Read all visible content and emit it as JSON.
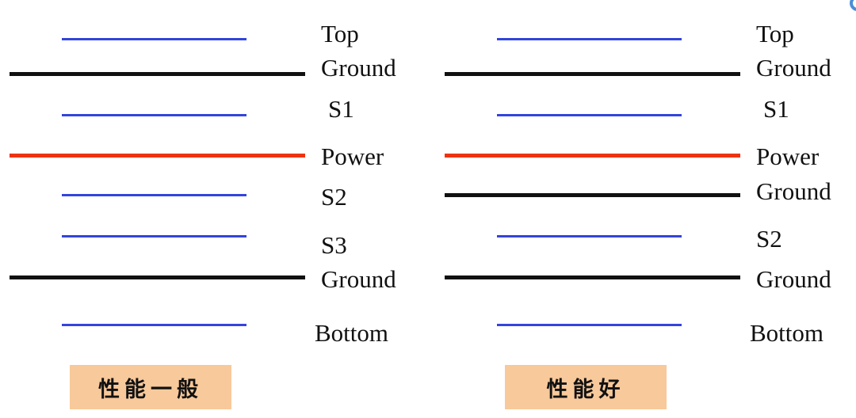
{
  "colors": {
    "signal": "#3344dd",
    "ground": "#111111",
    "power": "#ee3311",
    "caption_bg": "#f8c99a"
  },
  "stacks": [
    {
      "caption": "性能一般",
      "layers": [
        {
          "name": "Top",
          "kind": "signal"
        },
        {
          "name": "Ground",
          "kind": "ground"
        },
        {
          "name": "S1",
          "kind": "signal"
        },
        {
          "name": "Power",
          "kind": "power"
        },
        {
          "name": "S2",
          "kind": "signal"
        },
        {
          "name": "S3",
          "kind": "signal"
        },
        {
          "name": "Ground",
          "kind": "ground"
        },
        {
          "name": "Bottom",
          "kind": "signal"
        }
      ]
    },
    {
      "caption": "性能好",
      "layers": [
        {
          "name": "Top",
          "kind": "signal"
        },
        {
          "name": "Ground",
          "kind": "ground"
        },
        {
          "name": "S1",
          "kind": "signal"
        },
        {
          "name": "Power",
          "kind": "power"
        },
        {
          "name": "Ground",
          "kind": "ground"
        },
        {
          "name": "S2",
          "kind": "signal"
        },
        {
          "name": "Ground",
          "kind": "ground"
        },
        {
          "name": "Bottom",
          "kind": "signal"
        }
      ]
    }
  ]
}
